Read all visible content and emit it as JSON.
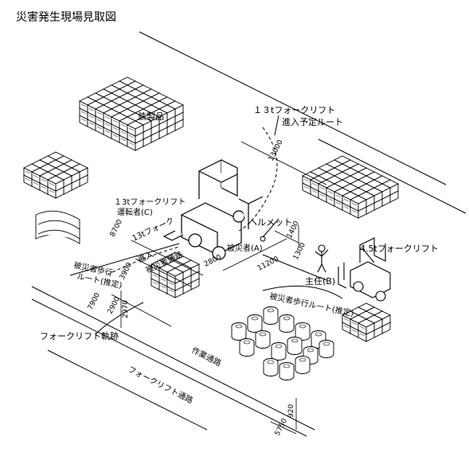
{
  "title": "災害発生現場見取図",
  "labels": {
    "steel_products": "鉄製品",
    "forklift13_route_line1": "１３tフォークリフト",
    "forklift13_route_line2": "進入予定ルート",
    "forklift13_driver_line1": "１3tフォークリフト",
    "forklift13_driver_line2": "運転者(C)",
    "helmet": "ヘルメット",
    "victim": "被災者(A)",
    "forklift45": "4.5tフォークリフト",
    "supervisor": "主任(B)",
    "victim_route_right": "被災者歩行ルート(推定)",
    "victim_route_left_line1": "被災者歩行",
    "victim_route_left_line2": "ルート(推定)",
    "forklift13_entry_line1": "13tフォーク",
    "forklift13_entry_line2": "進入",
    "victim_mid": "被災者通路",
    "forklift_track": "フォークリフト軌跡",
    "work_passage": "作業通路",
    "forklift_passage": "フォークリフト通路"
  },
  "dimensions": {
    "d13000": "13000",
    "d1400": "1400",
    "d1300": "1300",
    "d11200": "11200",
    "d8700": "8700",
    "d2800": "2800",
    "d3900": "3900",
    "d7900": "7900",
    "d2900": "2900",
    "d2970": "2970",
    "d920": "920",
    "d5750": "5750"
  },
  "colors": {
    "ink": "#000000",
    "paper": "#ffffff"
  }
}
